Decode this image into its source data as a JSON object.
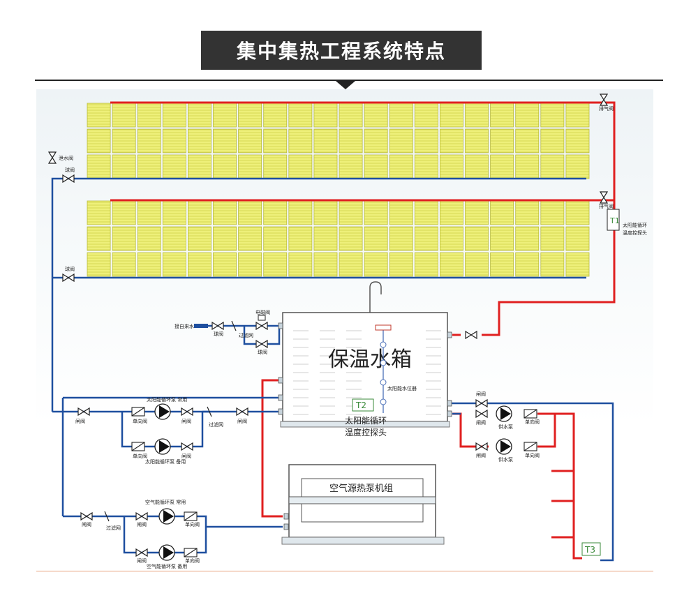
{
  "title": "集中集热工程系统特点",
  "colors": {
    "hot": "#e02020",
    "cold": "#1e4f9f",
    "panel": "#eef07a",
    "panel_line": "#c9cc3a",
    "banner": "#333333"
  },
  "collector_rows": 2,
  "labels": {
    "exhaust_valve_1": "排气阀",
    "exhaust_valve_2": "排气阀",
    "drain_valve": "泄水阀",
    "ball_valve_1": "球阀",
    "ball_valve_2": "球阀",
    "t1_label_line1": "太阳能循环",
    "t1_label_line2": "温度控探头",
    "tap_water_in": "接自来水",
    "ball_valve_in": "球阀",
    "filter_in": "过滤网",
    "solenoid_valve": "电磁阀",
    "ball_valve_bypass": "球阀",
    "tank_name": "保温水箱",
    "level_gauge": "太阳能水位器",
    "t2_line1": "太阳能循环",
    "t2_line2": "温度控探头",
    "solar_pump_main": "太阳能循环泵 常用",
    "solar_pump_backup": "太阳能循环泵 备用",
    "gate_valve": "闸阀",
    "check_valve": "单向阀",
    "filter": "过滤网",
    "supply_pump": "供水泵",
    "heat_pump_unit": "空气源热泵机组",
    "air_pump_main": "空气能循环泵 常用",
    "air_pump_backup": "空气能循环泵 备用"
  },
  "sensors": {
    "t1": "T1",
    "t2": "T2",
    "t3": "T3"
  }
}
